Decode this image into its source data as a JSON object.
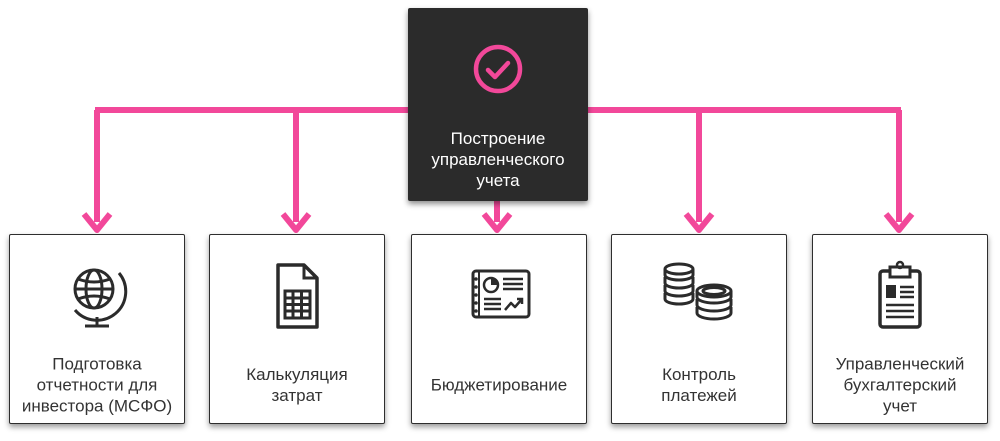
{
  "colors": {
    "accent": "#f2489a",
    "root_bg": "#2b2b2b",
    "card_border": "#2e2e2e",
    "text": "#333333"
  },
  "root": {
    "label": "Построение\nуправленческого\nучета",
    "icon": "check-circle-icon"
  },
  "cards": [
    {
      "label": "Подготовка\nотчетности  для\nинвестора (МСФО)",
      "icon": "globe-icon"
    },
    {
      "label": "Калькуляция\nзатрат",
      "icon": "spreadsheet-icon"
    },
    {
      "label": "Бюджетирование",
      "icon": "report-chart-icon"
    },
    {
      "label": "Контроль\nплатежей",
      "icon": "coins-icon"
    },
    {
      "label": "Управленческий\nбухгалтерский\nучет",
      "icon": "clipboard-icon"
    }
  ]
}
